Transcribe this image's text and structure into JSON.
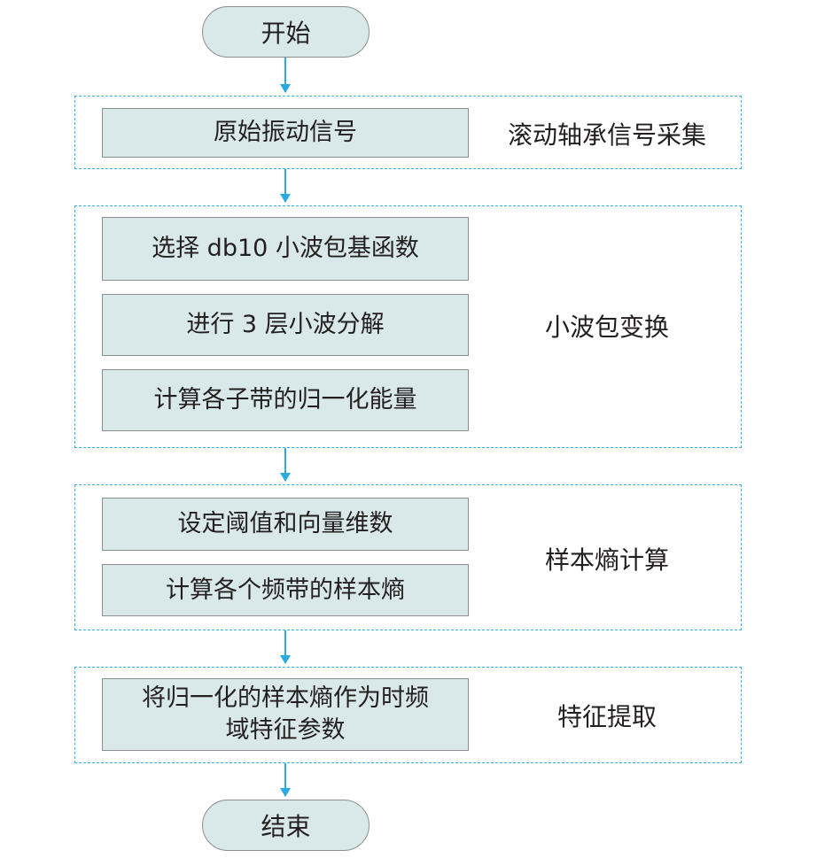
{
  "terminals": {
    "start": "开始",
    "end": "结束"
  },
  "groups": [
    {
      "stage": "滚动轴承信号采集",
      "steps": [
        "原始振动信号"
      ]
    },
    {
      "stage": "小波包变换",
      "steps": [
        "选择 db10 小波包基函数",
        "进行 3 层小波分解",
        "计算各子带的归一化能量"
      ]
    },
    {
      "stage": "样本熵计算",
      "steps": [
        "设定阈值和向量维数",
        "计算各个频带的样本熵"
      ]
    },
    {
      "stage": "特征提取",
      "steps": [
        "将归一化的样本熵作为时频\n域特征参数"
      ]
    }
  ],
  "colors": {
    "box_fill": "#d9e8e9",
    "box_border": "#8c8f90",
    "group_border": "#3ab0e2",
    "arrow": "#29aae1"
  }
}
